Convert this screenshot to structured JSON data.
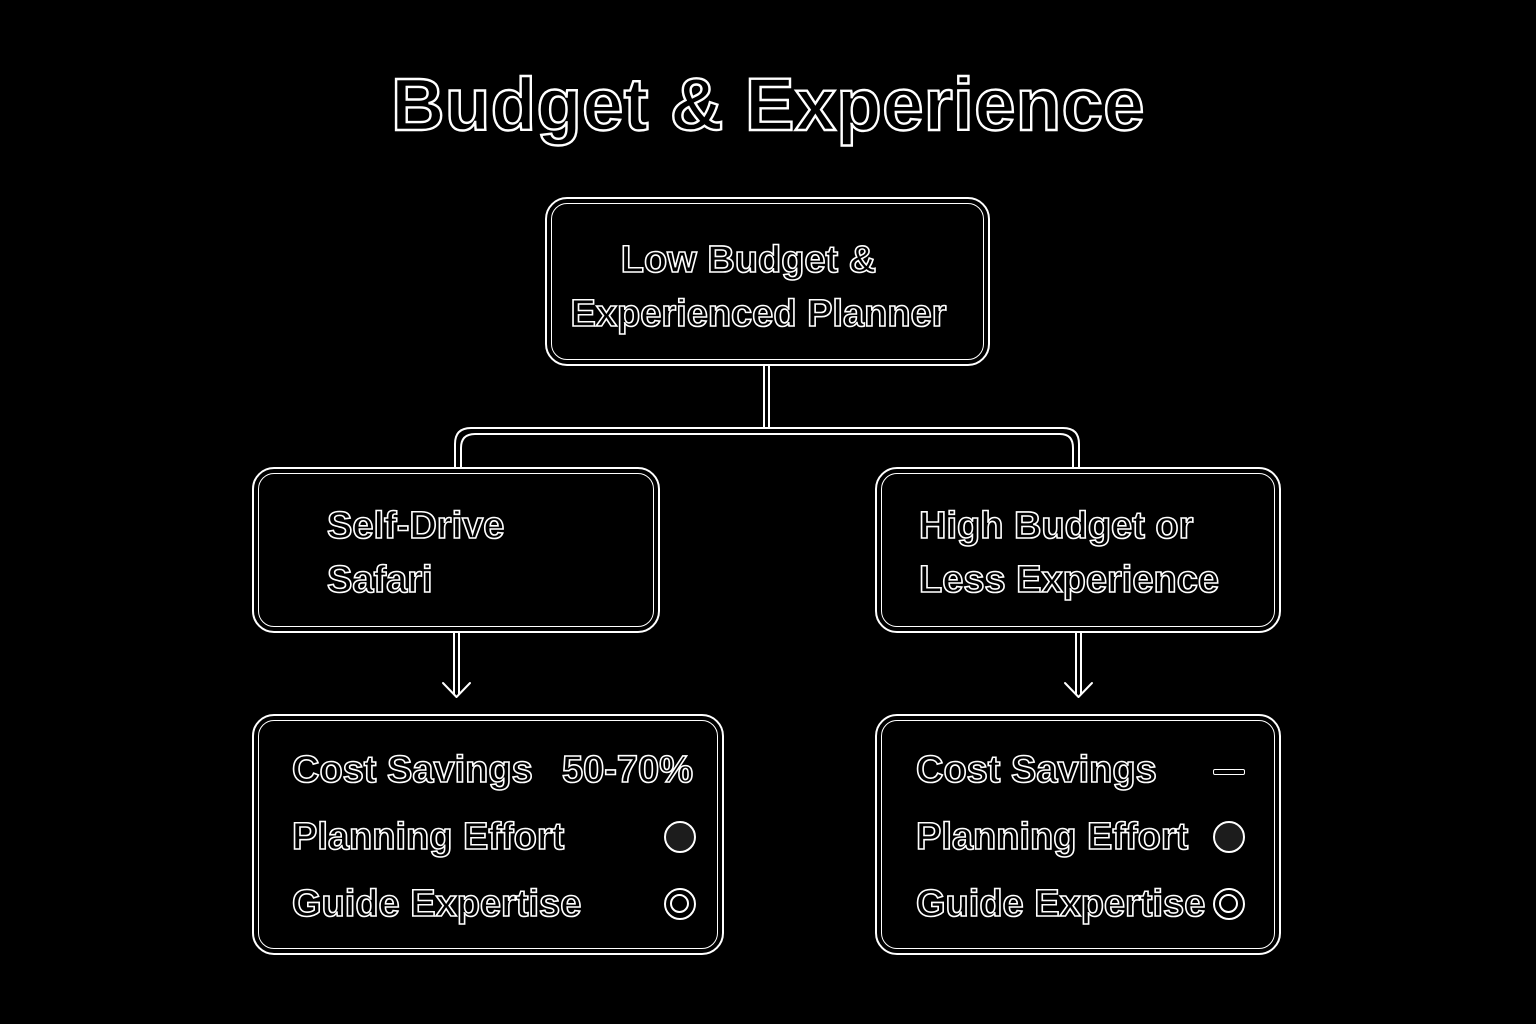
{
  "title": "Budget & Experience",
  "root": {
    "line1": "Low Budget &",
    "line2": "Experienced Planner"
  },
  "branches": {
    "left": {
      "line1": "Self-Drive",
      "line2": "Safari"
    },
    "right": {
      "line1": "High Budget or",
      "line2": "Less Experience"
    }
  },
  "cards": {
    "left": {
      "rows": [
        {
          "label": "Cost Savings",
          "value": "50-70%"
        },
        {
          "label": "Planning Effort",
          "indicator": "filled-circle-icon"
        },
        {
          "label": "Guide Expertise",
          "indicator": "empty-circle-icon"
        }
      ]
    },
    "right": {
      "rows": [
        {
          "label": "Cost Savings",
          "indicator": "dash-icon"
        },
        {
          "label": "Planning Effort",
          "indicator": "filled-circle-icon"
        },
        {
          "label": "Guide Expertise",
          "indicator": "empty-circle-icon"
        }
      ]
    }
  },
  "colors": {
    "background": "#000000",
    "stroke": "#ffffff"
  }
}
